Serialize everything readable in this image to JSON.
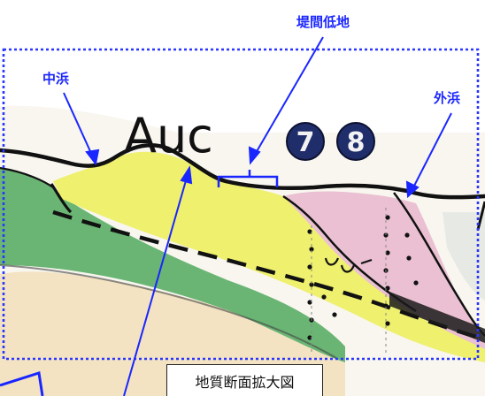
{
  "labels": {
    "teikan_teichi": "堤間低地",
    "nakahama": "中浜",
    "sotohama": "外浜",
    "unit_symbol": "Auc",
    "marker_7": "7",
    "marker_8": "8",
    "caption": "地質断面拡大図"
  },
  "colors": {
    "callout_text": "#1a26ff",
    "callout_line": "#1a26ff",
    "frame_dotted": "#2a36ff",
    "yellow_sand": "#ecec6a",
    "green_layer": "#63b06a",
    "pink_layer": "#e9bdd0",
    "beige_base": "#f5e6c8",
    "paper": "#f6f2e4",
    "ink": "#141414",
    "marker_fill": "#1d2a66"
  }
}
